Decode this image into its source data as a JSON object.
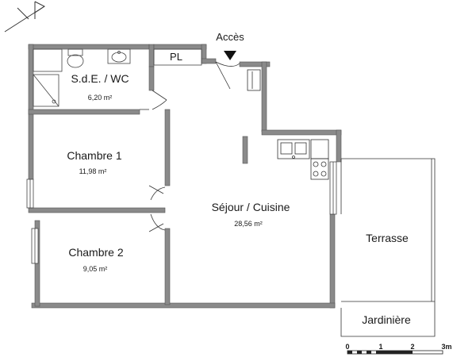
{
  "plan": {
    "access_label": "Accès",
    "rooms": {
      "sde": {
        "name": "S.d.E. / WC",
        "area": "6,20 m²"
      },
      "pl": {
        "name": "PL"
      },
      "chambre1": {
        "name": "Chambre 1",
        "area": "11,98 m²"
      },
      "chambre2": {
        "name": "Chambre 2",
        "area": "9,05 m²"
      },
      "sejour": {
        "name": "Séjour / Cuisine",
        "area": "28,56 m²"
      },
      "terrasse": {
        "name": "Terrasse"
      },
      "jardiniere": {
        "name": "Jardinière"
      }
    },
    "scale": {
      "ticks": [
        "0",
        "1",
        "2",
        "3m"
      ]
    },
    "colors": {
      "wall": "#8a8a8a",
      "line": "#222222"
    }
  }
}
